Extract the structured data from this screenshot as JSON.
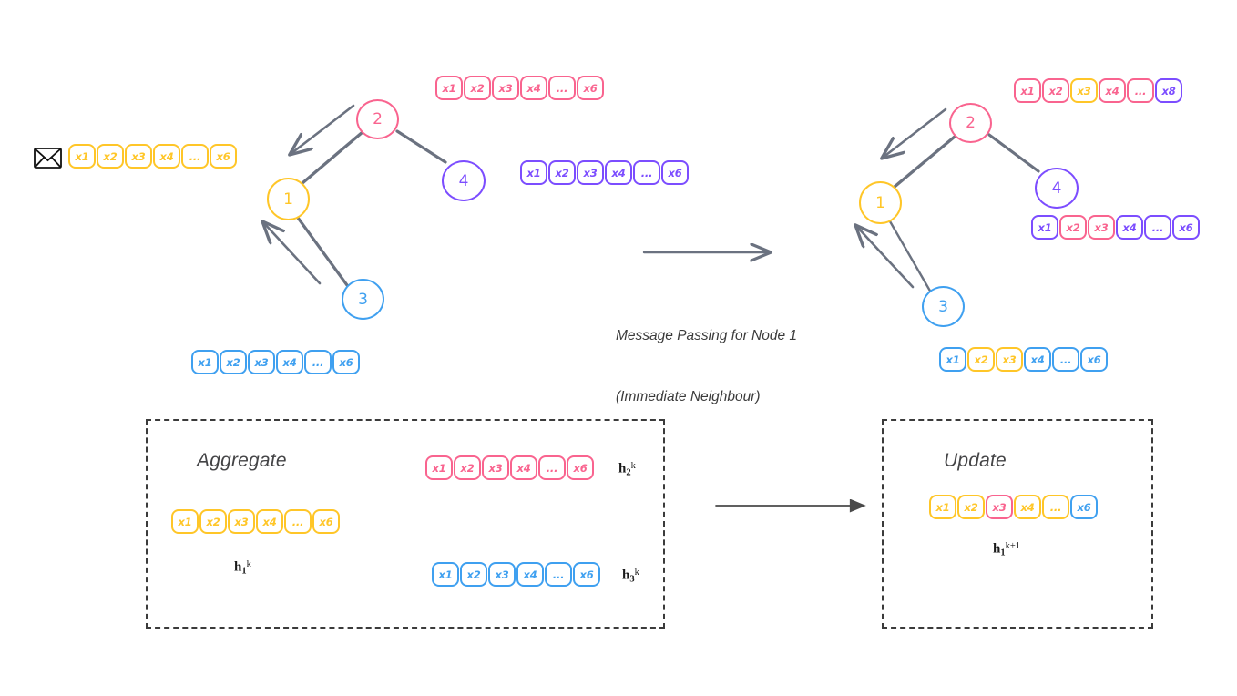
{
  "colors": {
    "yellow": "#FFC628",
    "pink": "#F9648F",
    "blue": "#3FA0F0",
    "purple": "#7C4DFF",
    "arrow": "#6B7280",
    "text": "#3b3b3b"
  },
  "cell_labels": [
    "x1",
    "x2",
    "x3",
    "x4",
    "...",
    "x6"
  ],
  "left_graph": {
    "nodes": [
      {
        "id": "node-1",
        "label": "1",
        "color": "yellow"
      },
      {
        "id": "node-2",
        "label": "2",
        "color": "pink"
      },
      {
        "id": "node-3",
        "label": "3",
        "color": "blue"
      },
      {
        "id": "node-4",
        "label": "4",
        "color": "purple"
      }
    ],
    "vectors": {
      "node1": {
        "name": "node-1-vector-before",
        "has_envelope": true,
        "envelope_icon": "envelope-icon",
        "cells": [
          {
            "label": "x1",
            "color": "yellow"
          },
          {
            "label": "x2",
            "color": "yellow"
          },
          {
            "label": "x3",
            "color": "yellow"
          },
          {
            "label": "x4",
            "color": "yellow"
          },
          {
            "label": "...",
            "color": "yellow"
          },
          {
            "label": "x6",
            "color": "yellow"
          }
        ]
      },
      "node2": {
        "name": "node-2-vector-before",
        "cells": [
          {
            "label": "x1",
            "color": "pink"
          },
          {
            "label": "x2",
            "color": "pink"
          },
          {
            "label": "x3",
            "color": "pink"
          },
          {
            "label": "x4",
            "color": "pink"
          },
          {
            "label": "...",
            "color": "pink"
          },
          {
            "label": "x6",
            "color": "pink"
          }
        ]
      },
      "node3": {
        "name": "node-3-vector-before",
        "cells": [
          {
            "label": "x1",
            "color": "blue"
          },
          {
            "label": "x2",
            "color": "blue"
          },
          {
            "label": "x3",
            "color": "blue"
          },
          {
            "label": "x4",
            "color": "blue"
          },
          {
            "label": "...",
            "color": "blue"
          },
          {
            "label": "x6",
            "color": "blue"
          }
        ]
      },
      "node4": {
        "name": "node-4-vector-before",
        "cells": [
          {
            "label": "x1",
            "color": "purple"
          },
          {
            "label": "x2",
            "color": "purple"
          },
          {
            "label": "x3",
            "color": "purple"
          },
          {
            "label": "x4",
            "color": "purple"
          },
          {
            "label": "...",
            "color": "purple"
          },
          {
            "label": "x6",
            "color": "purple"
          }
        ]
      }
    }
  },
  "right_graph": {
    "nodes": [
      {
        "id": "node-1",
        "label": "1",
        "color": "yellow"
      },
      {
        "id": "node-2",
        "label": "2",
        "color": "pink"
      },
      {
        "id": "node-3",
        "label": "3",
        "color": "blue"
      },
      {
        "id": "node-4",
        "label": "4",
        "color": "purple"
      }
    ],
    "vectors": {
      "node2": {
        "name": "node-2-vector-after",
        "cells": [
          {
            "label": "x1",
            "color": "pink"
          },
          {
            "label": "x2",
            "color": "pink"
          },
          {
            "label": "x3",
            "color": "yellow"
          },
          {
            "label": "x4",
            "color": "pink"
          },
          {
            "label": "...",
            "color": "pink"
          },
          {
            "label": "x8",
            "color": "purple"
          }
        ]
      },
      "node4": {
        "name": "node-4-vector-after",
        "cells": [
          {
            "label": "x1",
            "color": "purple"
          },
          {
            "label": "x2",
            "color": "pink"
          },
          {
            "label": "x3",
            "color": "pink"
          },
          {
            "label": "x4",
            "color": "purple"
          },
          {
            "label": "...",
            "color": "purple"
          },
          {
            "label": "x6",
            "color": "purple"
          }
        ]
      },
      "node3": {
        "name": "node-3-vector-after",
        "cells": [
          {
            "label": "x1",
            "color": "blue"
          },
          {
            "label": "x2",
            "color": "yellow"
          },
          {
            "label": "x3",
            "color": "yellow"
          },
          {
            "label": "x4",
            "color": "blue"
          },
          {
            "label": "...",
            "color": "blue"
          },
          {
            "label": "x6",
            "color": "blue"
          }
        ]
      }
    }
  },
  "center_caption": {
    "line1": "Message Passing for Node 1",
    "line2": "(Immediate Neighbour)"
  },
  "aggregate_box": {
    "title": "Aggregate",
    "h1": {
      "base": "h",
      "sub": "1",
      "sup": "k"
    },
    "h2": {
      "base": "h",
      "sub": "2",
      "sup": "k"
    },
    "h3": {
      "base": "h",
      "sub": "3",
      "sup": "k"
    },
    "vector_h1": {
      "name": "aggregate-h1-vector",
      "cells": [
        {
          "label": "x1",
          "color": "yellow"
        },
        {
          "label": "x2",
          "color": "yellow"
        },
        {
          "label": "x3",
          "color": "yellow"
        },
        {
          "label": "x4",
          "color": "yellow"
        },
        {
          "label": "...",
          "color": "yellow"
        },
        {
          "label": "x6",
          "color": "yellow"
        }
      ]
    },
    "vector_h2": {
      "name": "aggregate-h2-vector",
      "cells": [
        {
          "label": "x1",
          "color": "pink"
        },
        {
          "label": "x2",
          "color": "pink"
        },
        {
          "label": "x3",
          "color": "pink"
        },
        {
          "label": "x4",
          "color": "pink"
        },
        {
          "label": "...",
          "color": "pink"
        },
        {
          "label": "x6",
          "color": "pink"
        }
      ]
    },
    "vector_h3": {
      "name": "aggregate-h3-vector",
      "cells": [
        {
          "label": "x1",
          "color": "blue"
        },
        {
          "label": "x2",
          "color": "blue"
        },
        {
          "label": "x3",
          "color": "blue"
        },
        {
          "label": "x4",
          "color": "blue"
        },
        {
          "label": "...",
          "color": "blue"
        },
        {
          "label": "x6",
          "color": "blue"
        }
      ]
    }
  },
  "update_box": {
    "title": "Update",
    "h1_next": {
      "base": "h",
      "sub": "1",
      "sup": "k+1"
    },
    "vector": {
      "name": "update-h1-next-vector",
      "cells": [
        {
          "label": "x1",
          "color": "yellow"
        },
        {
          "label": "x2",
          "color": "yellow"
        },
        {
          "label": "x3",
          "color": "pink"
        },
        {
          "label": "x4",
          "color": "yellow"
        },
        {
          "label": "...",
          "color": "yellow"
        },
        {
          "label": "x6",
          "color": "blue"
        }
      ]
    }
  }
}
